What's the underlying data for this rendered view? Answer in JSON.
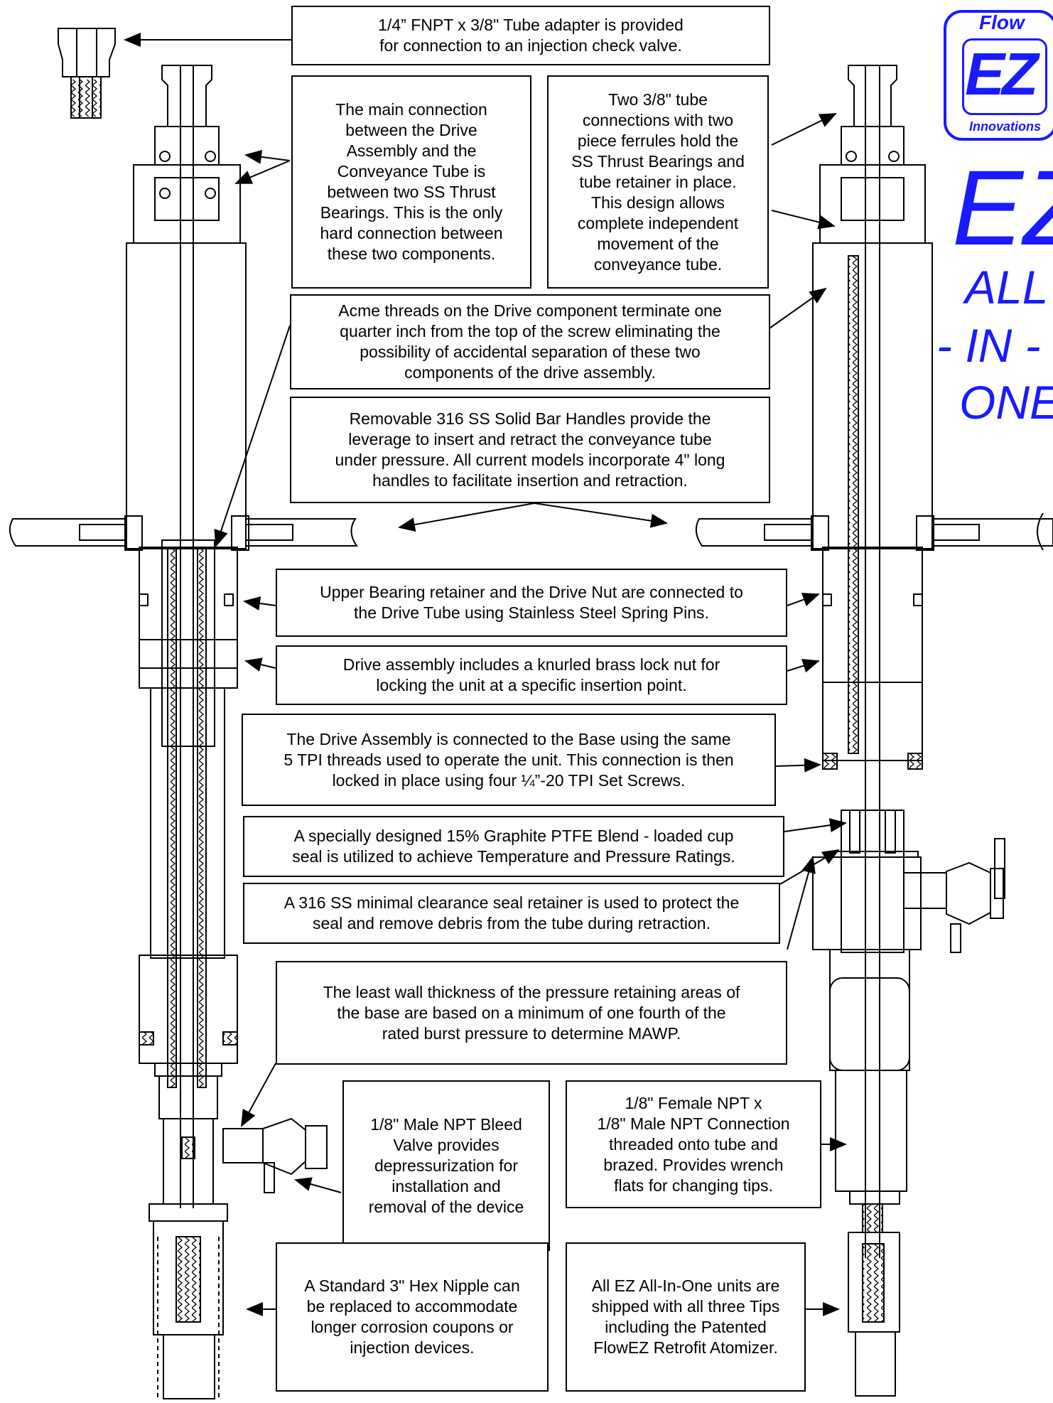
{
  "callouts": [
    {
      "id": "adapter",
      "text": "1/4” FNPT x 3/8\" Tube adapter is provided\nfor connection to an injection check valve."
    },
    {
      "id": "main_connection",
      "text": "The main connection\nbetween the Drive\nAssembly and the\nConveyance Tube is\nbetween two SS Thrust\nBearings. This is the only\nhard connection between\nthese two components."
    },
    {
      "id": "tube_connections",
      "text": "Two 3/8\" tube\nconnections with two\npiece ferrules hold the\nSS Thrust Bearings and\ntube retainer in place.\nThis design allows\ncomplete independent\nmovement of the\nconveyance tube."
    },
    {
      "id": "acme_threads",
      "text": "Acme threads on the Drive component terminate one\nquarter inch from the top of the screw eliminating the\npossibility of accidental separation of these two\ncomponents of the drive assembly."
    },
    {
      "id": "handles",
      "text": "Removable 316 SS Solid Bar Handles provide the\nleverage to insert and retract the conveyance tube\nunder pressure. All current models incorporate 4\" long\nhandles to facilitate insertion and retraction."
    },
    {
      "id": "bearing_retainer",
      "text": "Upper Bearing retainer and the Drive Nut are connected to\nthe Drive Tube using Stainless Steel Spring Pins."
    },
    {
      "id": "lock_nut",
      "text": "Drive assembly includes a knurled brass lock nut for\nlocking the unit at a specific insertion point."
    },
    {
      "id": "drive_base",
      "text": "The Drive Assembly is connected to the Base using the same\n5 TPI threads used to operate the unit. This connection is then\nlocked in place using four ¼”-20 TPI Set Screws."
    },
    {
      "id": "cup_seal",
      "text": "A specially designed 15% Graphite PTFE Blend - loaded cup\nseal is utilized to achieve Temperature and Pressure Ratings."
    },
    {
      "id": "seal_retainer",
      "text": "A 316 SS minimal clearance seal retainer is used to protect the\nseal and remove debris from the tube during retraction."
    },
    {
      "id": "wall_thickness",
      "text": "The least wall thickness of the pressure retaining areas of\nthe base are based on a minimum of one fourth of the\nrated burst pressure to determine MAWP."
    },
    {
      "id": "bleed_valve",
      "text": "1/8\" Male NPT Bleed\nValve provides\ndepressurization for\ninstallation and\nremoval of the device"
    },
    {
      "id": "npt_connection",
      "text": "1/8\" Female NPT x\n1/8\" Male NPT Connection\nthreaded onto tube and\nbrazed. Provides wrench\nflats for changing tips."
    },
    {
      "id": "hex_nipple",
      "text": "A Standard 3\" Hex Nipple can\nbe replaced to accommodate\nlonger corrosion coupons or\ninjection devices."
    },
    {
      "id": "tips",
      "text": "All EZ All-In-One units are\nshipped with all three Tips\nincluding the  Patented\nFlowEZ Retrofit Atomizer."
    }
  ],
  "brand": {
    "logo_top": "Flow",
    "logo_letters": "EZ",
    "logo_bottom": "Innovations",
    "title": "EZ",
    "line1": "ALL",
    "line2": "- IN -",
    "line3": "ONE",
    "color": "#1a1aff"
  }
}
